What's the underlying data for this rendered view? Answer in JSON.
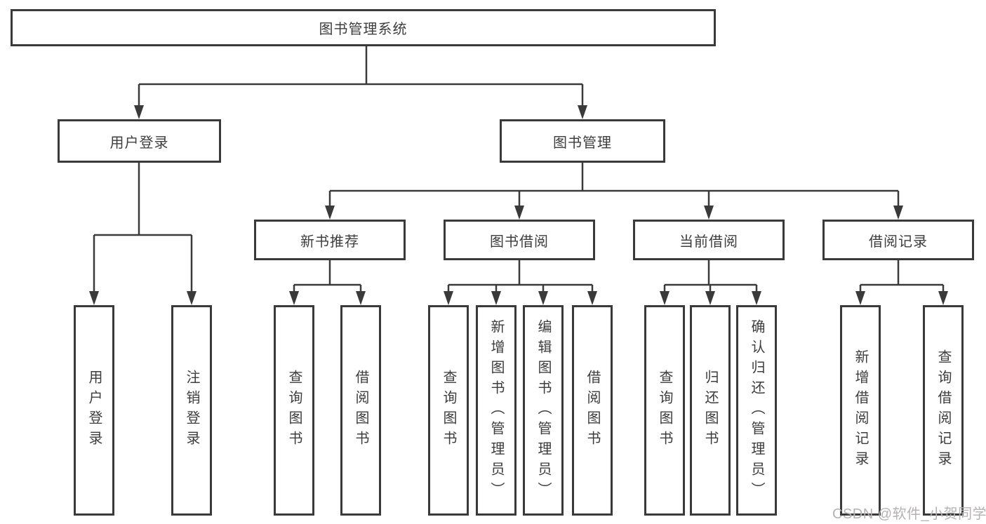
{
  "tree": {
    "root": {
      "label": "图书管理系统"
    },
    "branches": [
      {
        "label": "用户登录",
        "children": [
          "用户登录",
          "注销登录"
        ]
      },
      {
        "label": "图书管理",
        "sections": [
          {
            "label": "新书推荐",
            "children": [
              "查询图书",
              "借阅图书"
            ]
          },
          {
            "label": "图书借阅",
            "children": [
              "查询图书",
              "新增图书（管理员）",
              "编辑图书（管理员）",
              "借阅图书"
            ]
          },
          {
            "label": "当前借阅",
            "children": [
              "查询图书",
              "归还图书",
              "确认归还（管理员）"
            ]
          },
          {
            "label": "借阅记录",
            "children": [
              "新增借阅记录",
              "查询借阅记录"
            ]
          }
        ]
      }
    ]
  },
  "watermark": "CSDN @软件_小贺同学",
  "colors": {
    "line": "#3a3a3a",
    "box_border": "#3a3a3a",
    "text": "#3d3d3d",
    "watermark": "#b5b2b2",
    "background": "#ffffff"
  }
}
